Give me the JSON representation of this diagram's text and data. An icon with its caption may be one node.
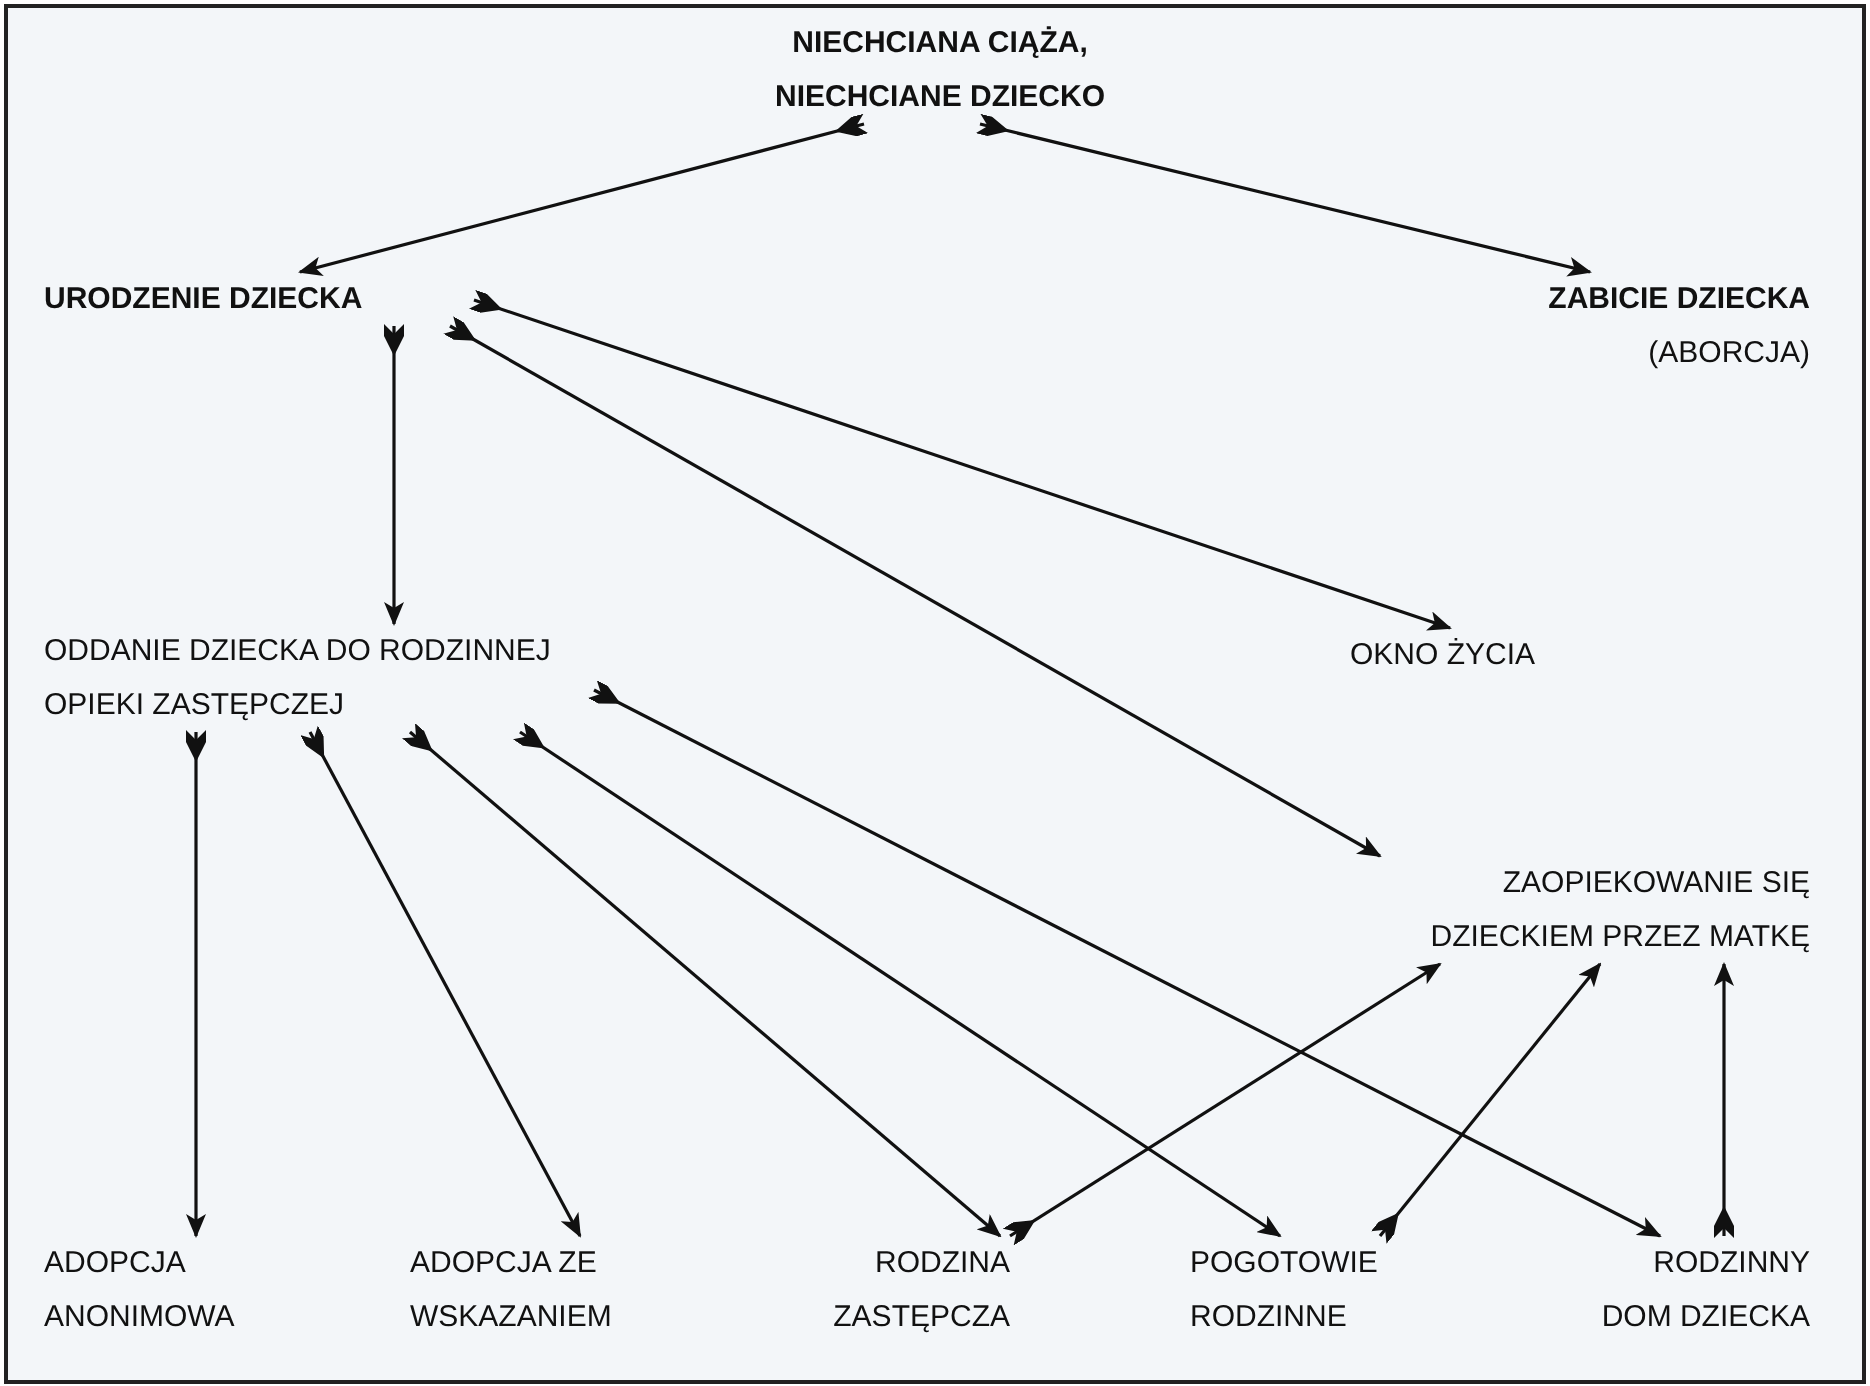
{
  "diagram": {
    "nodes": [
      {
        "text": [
          "NIECHCIANA CIĄŻA, NIECHCIANE DZIECKO"
        ]
      },
      {
        "text": [
          "URODZENIE DZIECKA"
        ]
      },
      {
        "text": [
          "ZABICIE DZIECKA",
          "(ABORCJA)"
        ]
      },
      {
        "text": [
          "ODDANIE DZIECKA DO RODZINNEJ OPIEKI ZASTĘPCZEJ"
        ]
      },
      {
        "text": [
          "OKNO ŻYCIA"
        ]
      },
      {
        "text": [
          "ZAOPIEKOWANIE SIĘ DZIECKIEM PRZEZ MATKĘ"
        ]
      },
      {
        "text": [
          "ADOPCJA ANONIMOWA"
        ]
      },
      {
        "text": [
          "ADOPCJA ZE WSKAZANIEM"
        ]
      },
      {
        "text": [
          "RODZINA ZASTĘPCZA"
        ]
      },
      {
        "text": [
          "POGOTOWIE RODZINNE"
        ]
      },
      {
        "text": [
          "RODZINNY DOM DZIECKA"
        ]
      }
    ],
    "edges": [
      {
        "from": 0,
        "to": 1,
        "arrow": "to"
      },
      {
        "from": 0,
        "to": 2,
        "arrow": "to"
      },
      {
        "from": 1,
        "to": 3,
        "arrow": "to"
      },
      {
        "from": 1,
        "to": 4,
        "arrow": "to"
      },
      {
        "from": 1,
        "to": 5,
        "arrow": "to"
      },
      {
        "from": 3,
        "to": 6,
        "arrow": "to"
      },
      {
        "from": 3,
        "to": 7,
        "arrow": "to"
      },
      {
        "from": 3,
        "to": 8,
        "arrow": "to"
      },
      {
        "from": 3,
        "to": 9,
        "arrow": "to"
      },
      {
        "from": 3,
        "to": 10,
        "arrow": "to"
      },
      {
        "from": 8,
        "to": 5,
        "arrow": "to"
      },
      {
        "from": 9,
        "to": 5,
        "arrow": "to"
      },
      {
        "from": 10,
        "to": 5,
        "arrow": "to"
      }
    ]
  }
}
